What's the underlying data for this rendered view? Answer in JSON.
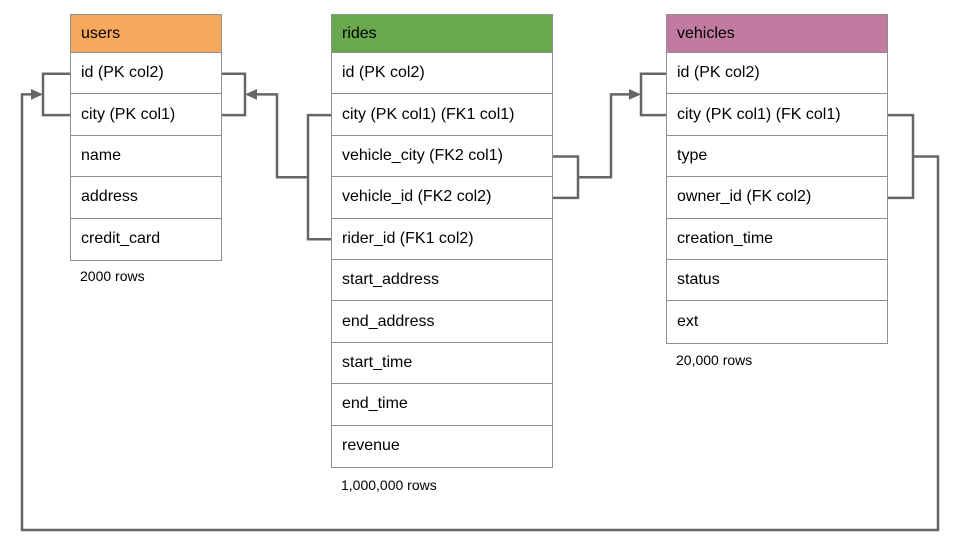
{
  "diagram": {
    "title": "database schema diagram",
    "background_color": "#ffffff",
    "line_color": "#666666",
    "table_border_color": "#8f8f8f",
    "text_color": "#000000"
  },
  "tables": [
    {
      "name": "users",
      "header_color": "#f6a95c",
      "columns": [
        "id (PK col2)",
        "city (PK col1)",
        "name",
        "address",
        "credit_card"
      ],
      "row_count_label": "2000 rows"
    },
    {
      "name": "rides",
      "header_color": "#6aa84f",
      "columns": [
        "id (PK col2)",
        "city (PK col1) (FK1 col1)",
        "vehicle_city (FK2 col1)",
        "vehicle_id (FK2 col2)",
        "rider_id (FK1 col2)",
        "start_address",
        "end_address",
        "start_time",
        "end_time",
        "revenue"
      ],
      "row_count_label": "1,000,000 rows"
    },
    {
      "name": "vehicles",
      "header_color": "#c27ba0",
      "columns": [
        "id (PK col2)",
        "city (PK col1) (FK col1)",
        "type",
        "owner_id (FK col2)",
        "creation_time",
        "status",
        "ext"
      ],
      "row_count_label": "20,000 rows"
    }
  ],
  "relationships": [
    {
      "id": "FK1",
      "from_table": "rides",
      "from_columns": [
        "city",
        "rider_id"
      ],
      "to_table": "users",
      "to_columns": [
        "id",
        "city"
      ]
    },
    {
      "id": "FK2",
      "from_table": "rides",
      "from_columns": [
        "vehicle_city",
        "vehicle_id"
      ],
      "to_table": "vehicles",
      "to_columns": [
        "id",
        "city"
      ]
    },
    {
      "id": "FK",
      "from_table": "vehicles",
      "from_columns": [
        "city",
        "owner_id"
      ],
      "to_table": "users",
      "to_columns": [
        "id",
        "city"
      ]
    }
  ]
}
